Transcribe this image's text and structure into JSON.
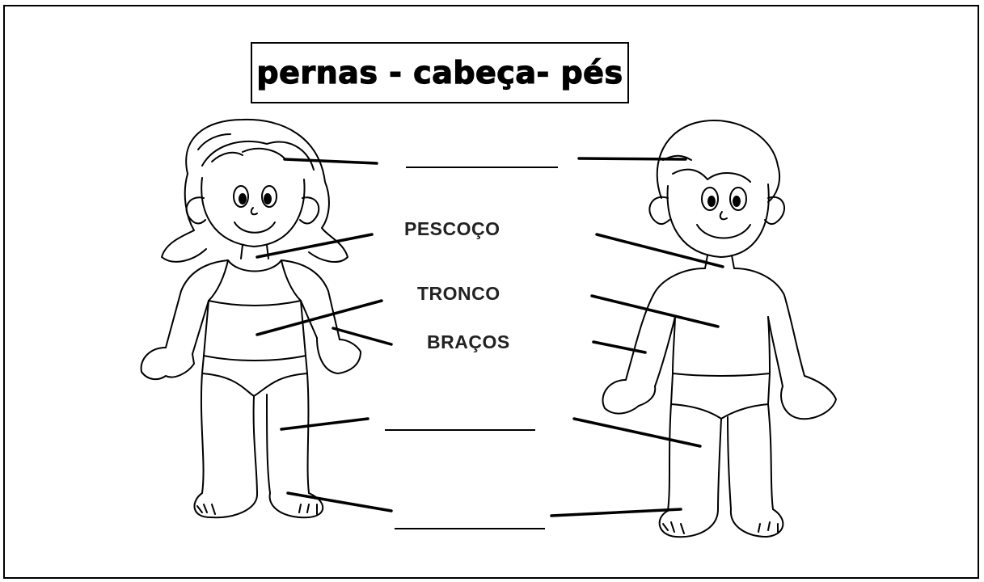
{
  "word_bank": "pernas - cabeça- pés",
  "labels": {
    "neck": "PESCOÇO",
    "trunk": "TRONCO",
    "arms": "BRAÇOS"
  },
  "figures": {
    "left": "girl",
    "right": "boy"
  }
}
